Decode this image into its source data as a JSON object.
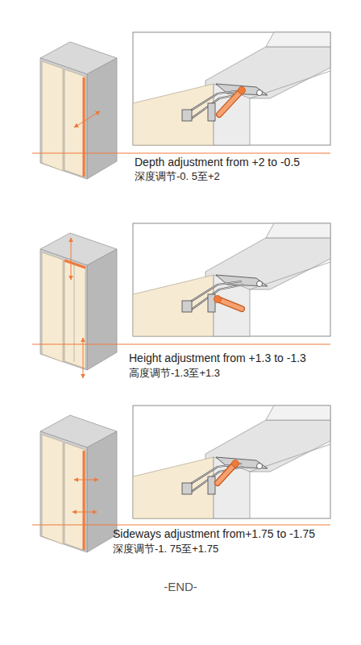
{
  "diagram": {
    "labels": [
      "Depth adjustment from +2 to -0.5",
      "深度调节-0. 5至+2",
      "Height adjustment from +1.3 to -1.3",
      "高度调节-1.3至+1.3",
      "Sideways adjustment from+1.75 to -1.75",
      "深度调节-1. 75至+1.75",
      "-END-"
    ]
  }
}
